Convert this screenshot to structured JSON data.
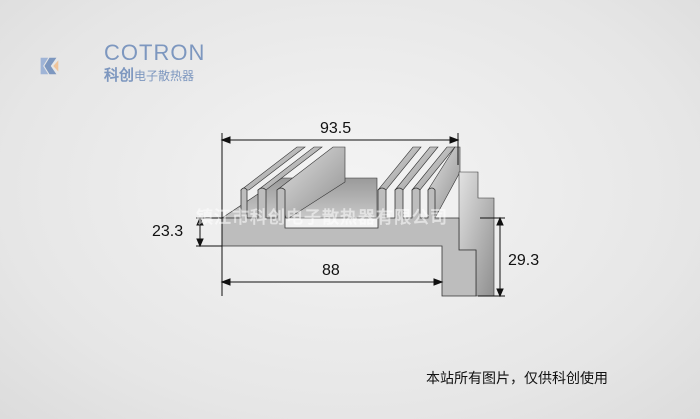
{
  "logo": {
    "brand_en": "COTRON",
    "brand_cn": "科创",
    "tagline_cn": "电子散热器"
  },
  "dimensions": {
    "total_width": "93.5",
    "base_width": "88",
    "base_height": "23.3",
    "total_height": "29.3"
  },
  "watermark": "镇江市科创电子散热器有限公司",
  "footer_note": "本站所有图片，仅供科创使用",
  "colors": {
    "logo_blue": "#7d97bf",
    "logo_orange": "#f0c49a",
    "metal": "#b9b9b9"
  }
}
